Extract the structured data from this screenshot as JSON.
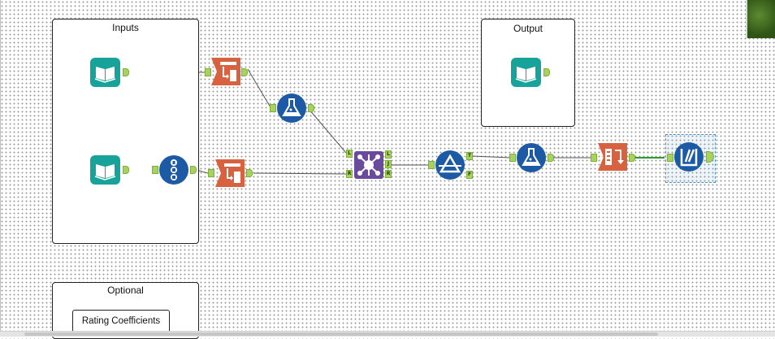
{
  "containers": {
    "inputs": "Inputs",
    "output": "Output",
    "optional": "Optional"
  },
  "optional_sub": "Rating Coefficients",
  "anchor_labels": {
    "join_left": "L",
    "join_right": "R",
    "join_out_left": "L",
    "join_out_join": "J",
    "join_out_right": "R",
    "filter_true": "T",
    "filter_false": "F"
  },
  "tools": {
    "input1": "book-icon",
    "input2": "book-icon",
    "record_id": "record-id-icon",
    "select1": "select-icon",
    "select2": "select-icon",
    "formula1": "formula-icon",
    "join": "join-icon",
    "filter": "filter-icon",
    "formula2": "formula-icon",
    "sort": "sort-icon",
    "browse": "browse-icon",
    "output": "book-icon"
  },
  "colors": {
    "teal": "#17a29a",
    "blue": "#1d5aa6",
    "orange": "#d8623f",
    "purple": "#6a4a9c",
    "anchor": "#a6d25d",
    "wire_selected": "#3ea33e"
  }
}
